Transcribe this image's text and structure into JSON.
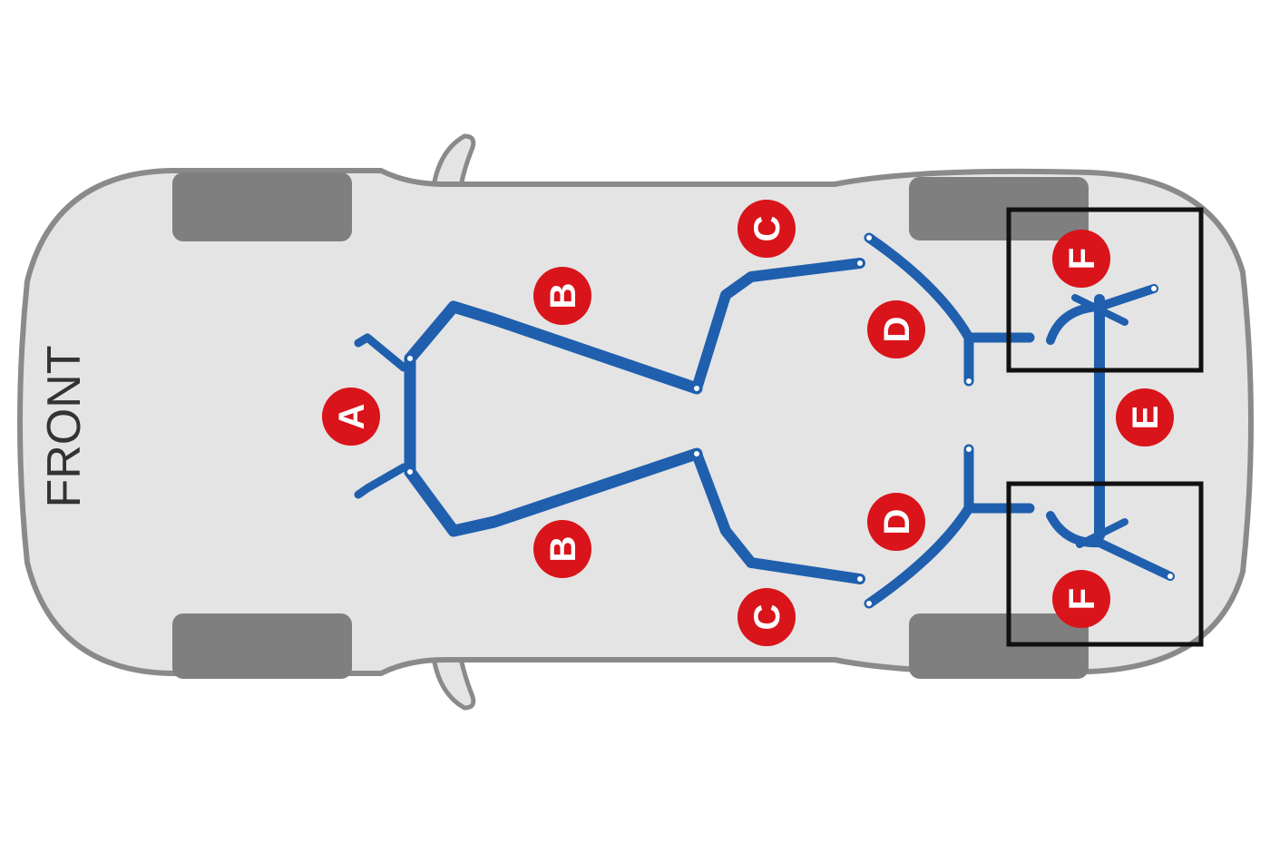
{
  "front_label": "FRONT",
  "colors": {
    "background": "#ffffff",
    "body_fill": "#e4e4e4",
    "body_outline": "#8a8a8a",
    "tire": "#7f7f7f",
    "brace": "#1f5fae",
    "marker_fill": "#d9141a",
    "marker_text": "#ffffff",
    "highlight_box": "#111111"
  },
  "markers": {
    "a": "A",
    "b_upper": "B",
    "b_lower": "B",
    "c_upper": "C",
    "c_lower": "C",
    "d_upper": "D",
    "d_lower": "D",
    "e": "E",
    "f_upper": "F",
    "f_lower": "F"
  }
}
